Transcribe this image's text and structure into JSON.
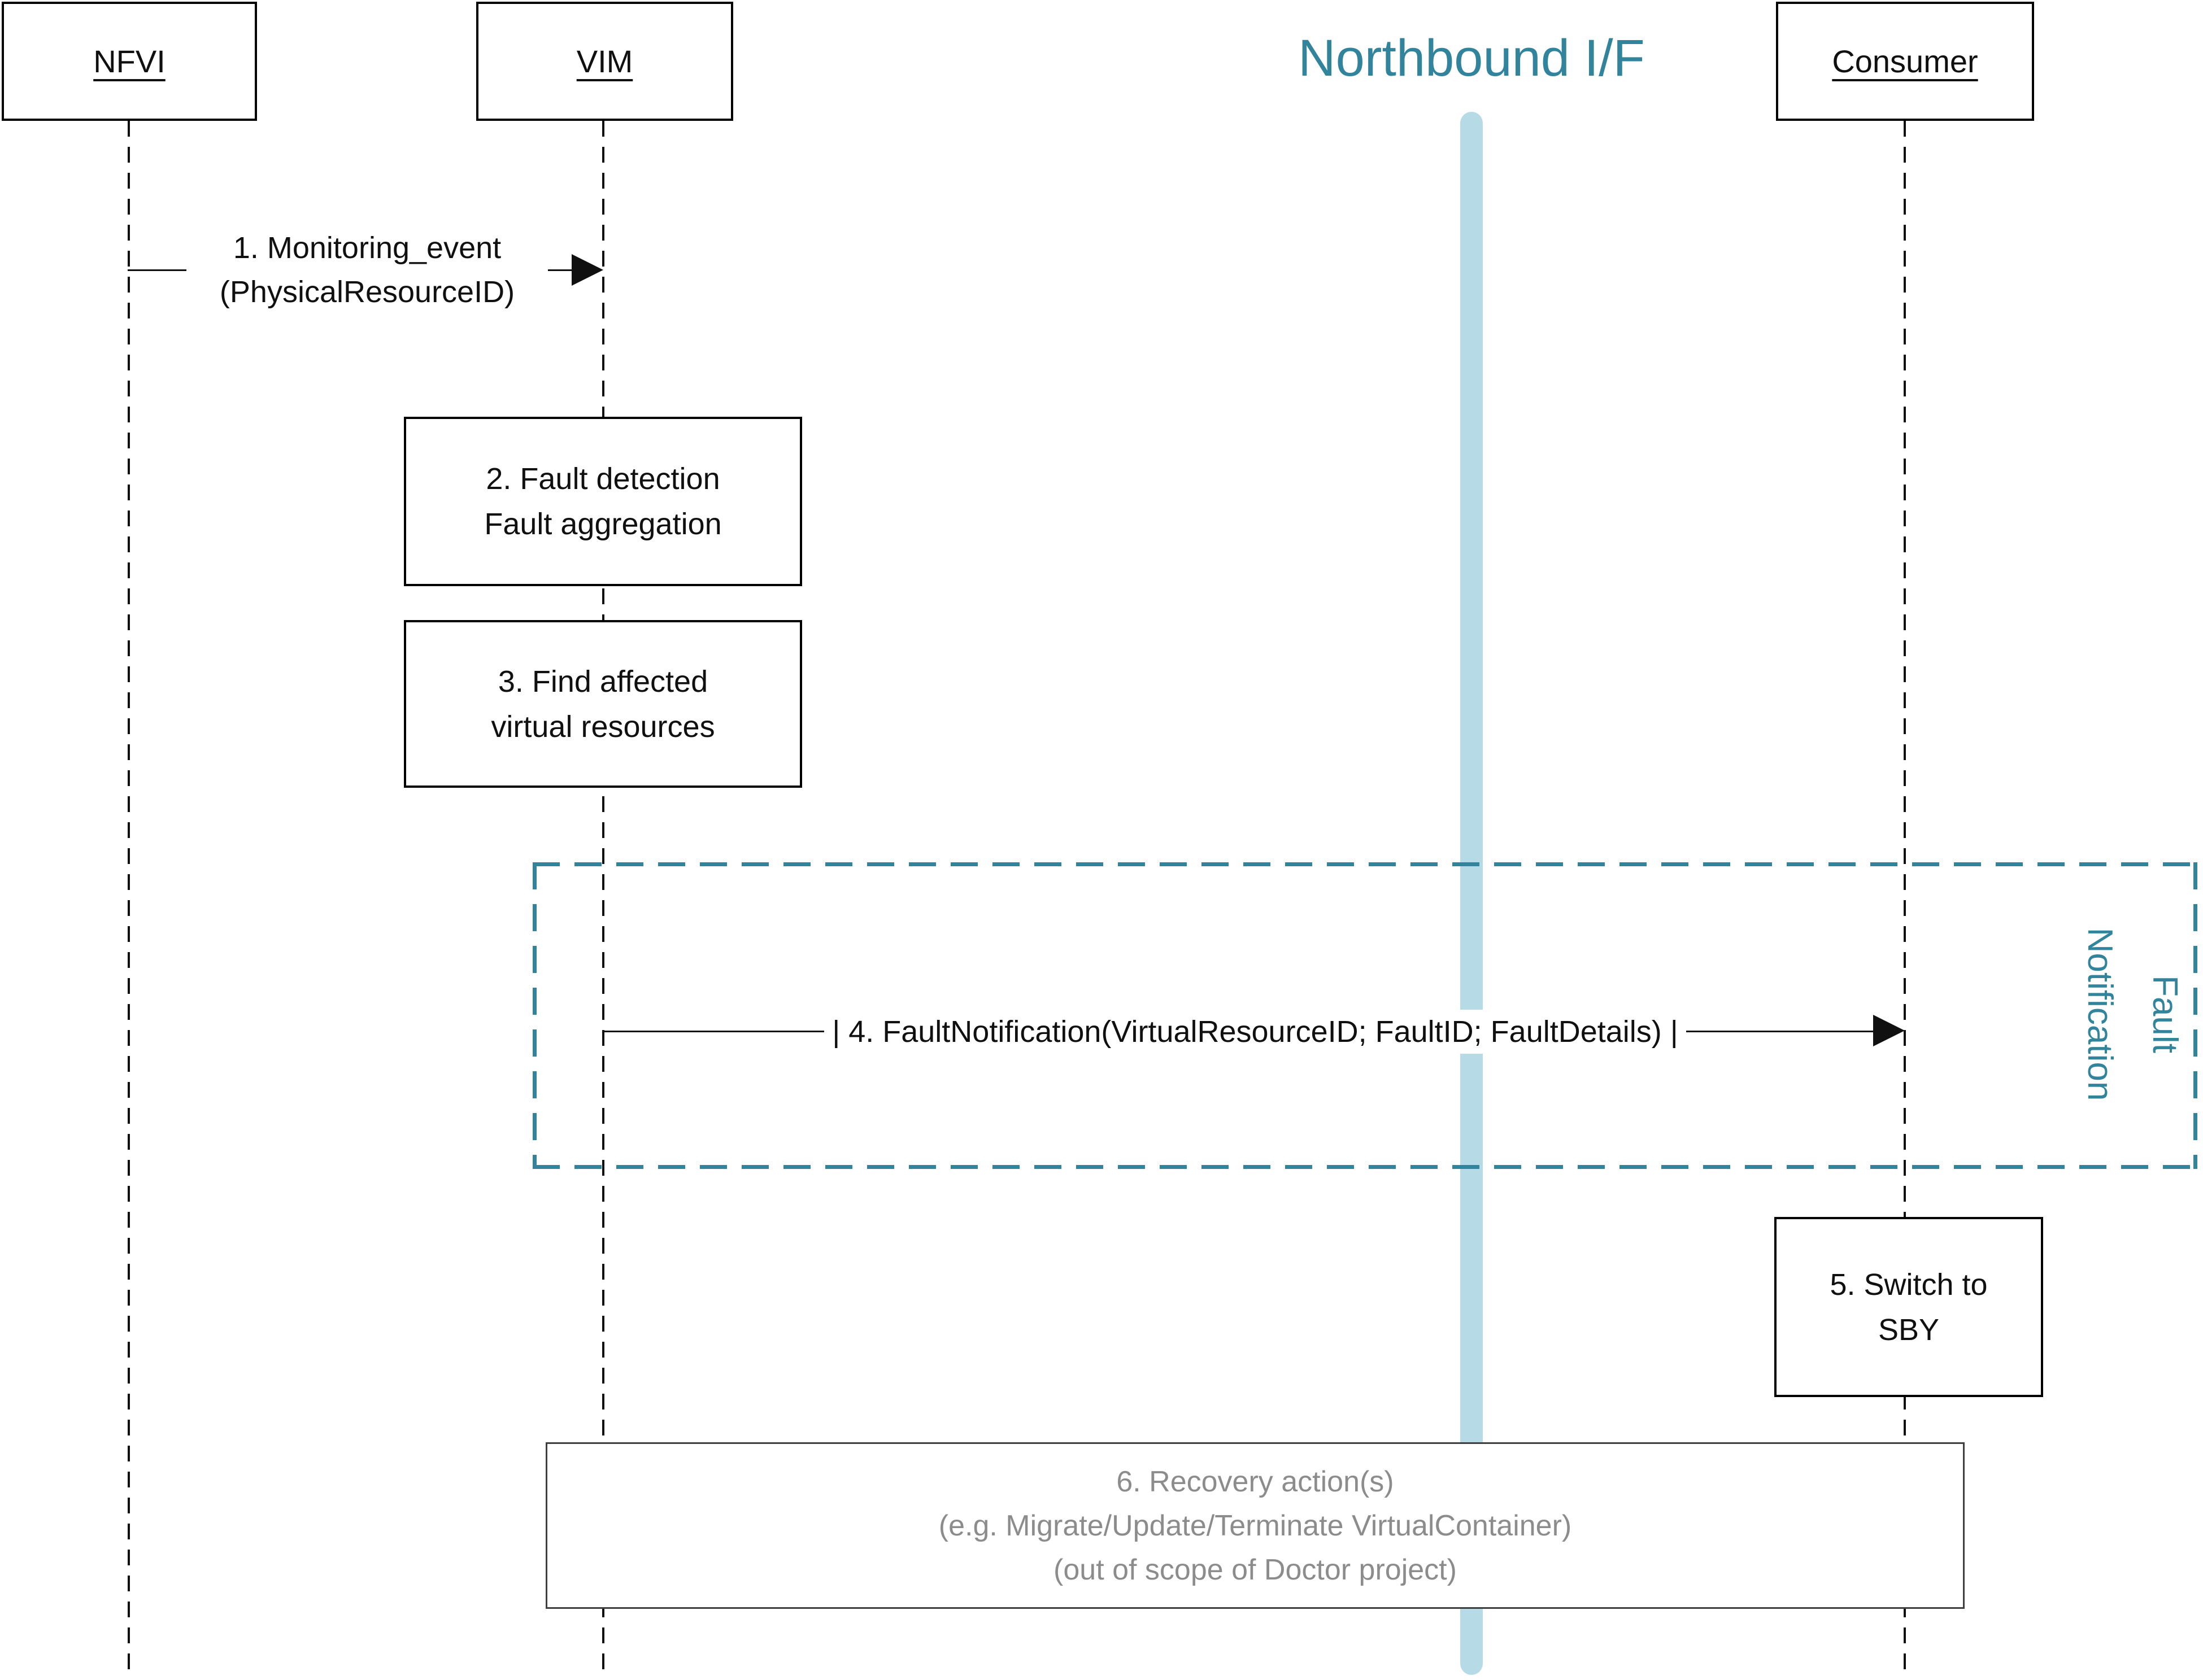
{
  "diagram": {
    "participants": {
      "nfvi": {
        "label": "NFVI"
      },
      "vim": {
        "label": "VIM"
      },
      "consumer": {
        "label": "Consumer"
      }
    },
    "northbound_interface": {
      "label": "Northbound I/F"
    },
    "messages": {
      "monitoring_event": {
        "line1": "1. Monitoring_event",
        "line2": "(PhysicalResourceID)"
      },
      "fault_notification": {
        "label": "| 4. FaultNotification(VirtualResourceID; FaultID; FaultDetails) |"
      }
    },
    "activities": {
      "fault_detection": {
        "line1": "2. Fault detection",
        "line2": "Fault aggregation"
      },
      "find_affected": {
        "line1": "3. Find affected",
        "line2": "virtual resources"
      },
      "switch_to_sby": {
        "line1": "5. Switch to",
        "line2": "SBY"
      },
      "recovery_action": {
        "line1": "6. Recovery action(s)",
        "line2": "(e.g. Migrate/Update/Terminate VirtualContainer)",
        "line3": "(out of scope of Doctor project)"
      }
    },
    "frame_label": {
      "line1": "Fault",
      "line2": "Notification"
    }
  },
  "colors": {
    "teal": "#31849b",
    "light_blue": "#b6dbe7",
    "gray_text": "#8c8c8c",
    "gray_border": "#3f3f3f",
    "line_black": "#101010"
  }
}
